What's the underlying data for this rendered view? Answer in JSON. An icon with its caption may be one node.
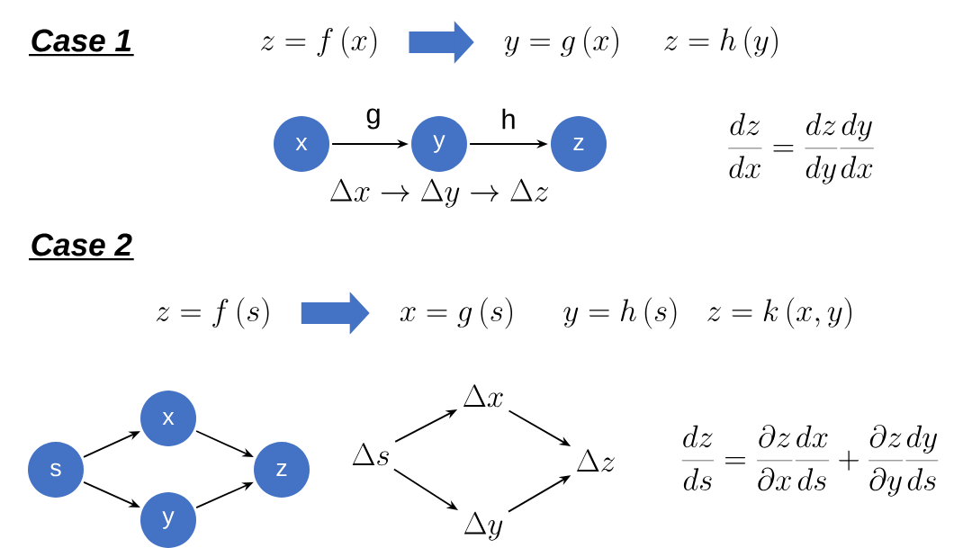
{
  "diagram": {
    "nodes": [
      {
        "text": [
          "z = f\\left(x\\right)"
        ]
      },
      {
        "text": [
          "y = g\\left(x\\right)"
        ]
      },
      {
        "text": [
          "x"
        ]
      },
      {
        "text": [
          "y"
        ]
      },
      {
        "text": [
          "z"
        ]
      },
      {
        "text": [
          "z = f\\left(s\\right)"
        ]
      },
      {
        "text": [
          "x = g\\left(s\\right)"
        ]
      },
      {
        "text": [
          "s"
        ]
      },
      {
        "text": [
          "x"
        ]
      },
      {
        "text": [
          "y"
        ]
      },
      {
        "text": [
          "z"
        ]
      },
      {
        "text": [
          "\\Delta s"
        ]
      },
      {
        "text": [
          "\\Delta x"
        ]
      },
      {
        "text": [
          "\\Delta y"
        ]
      },
      {
        "text": [
          "\\Delta z"
        ]
      }
    ],
    "edges": [
      {
        "from": 0,
        "to": 1,
        "arrow": "to",
        "style": "thick",
        "color": "#4472c4"
      },
      {
        "from": 2,
        "to": 3,
        "arrow": "to",
        "label": "g"
      },
      {
        "from": 3,
        "to": 4,
        "arrow": "to",
        "label": "h"
      },
      {
        "from": 5,
        "to": 6,
        "arrow": "to",
        "style": "thick",
        "color": "#4472c4"
      },
      {
        "from": 7,
        "to": 8,
        "arrow": "to"
      },
      {
        "from": 7,
        "to": 9,
        "arrow": "to"
      },
      {
        "from": 8,
        "to": 10,
        "arrow": "to"
      },
      {
        "from": 9,
        "to": 10,
        "arrow": "to"
      },
      {
        "from": 11,
        "to": 12,
        "arrow": "to"
      },
      {
        "from": 11,
        "to": 13,
        "arrow": "to"
      },
      {
        "from": 12,
        "to": 14,
        "arrow": "to"
      },
      {
        "from": 13,
        "to": 14,
        "arrow": "to"
      }
    ],
    "labels": [
      "Case 1",
      "z = h\\left(y\\right)",
      "\\Delta x \\rightarrow \\Delta y \\rightarrow \\Delta z",
      "\\frac{dz}{dx} = \\frac{dz}{dy}\\frac{dy}{dx}",
      "Case 2",
      "y = h\\left(s\\right)",
      "z = k\\left(x, y\\right)",
      "\\frac{dz}{ds} = \\frac{\\partial z}{\\partial x}\\frac{dx}{ds} + \\frac{\\partial z}{\\partial y}\\frac{dy}{ds}"
    ]
  }
}
